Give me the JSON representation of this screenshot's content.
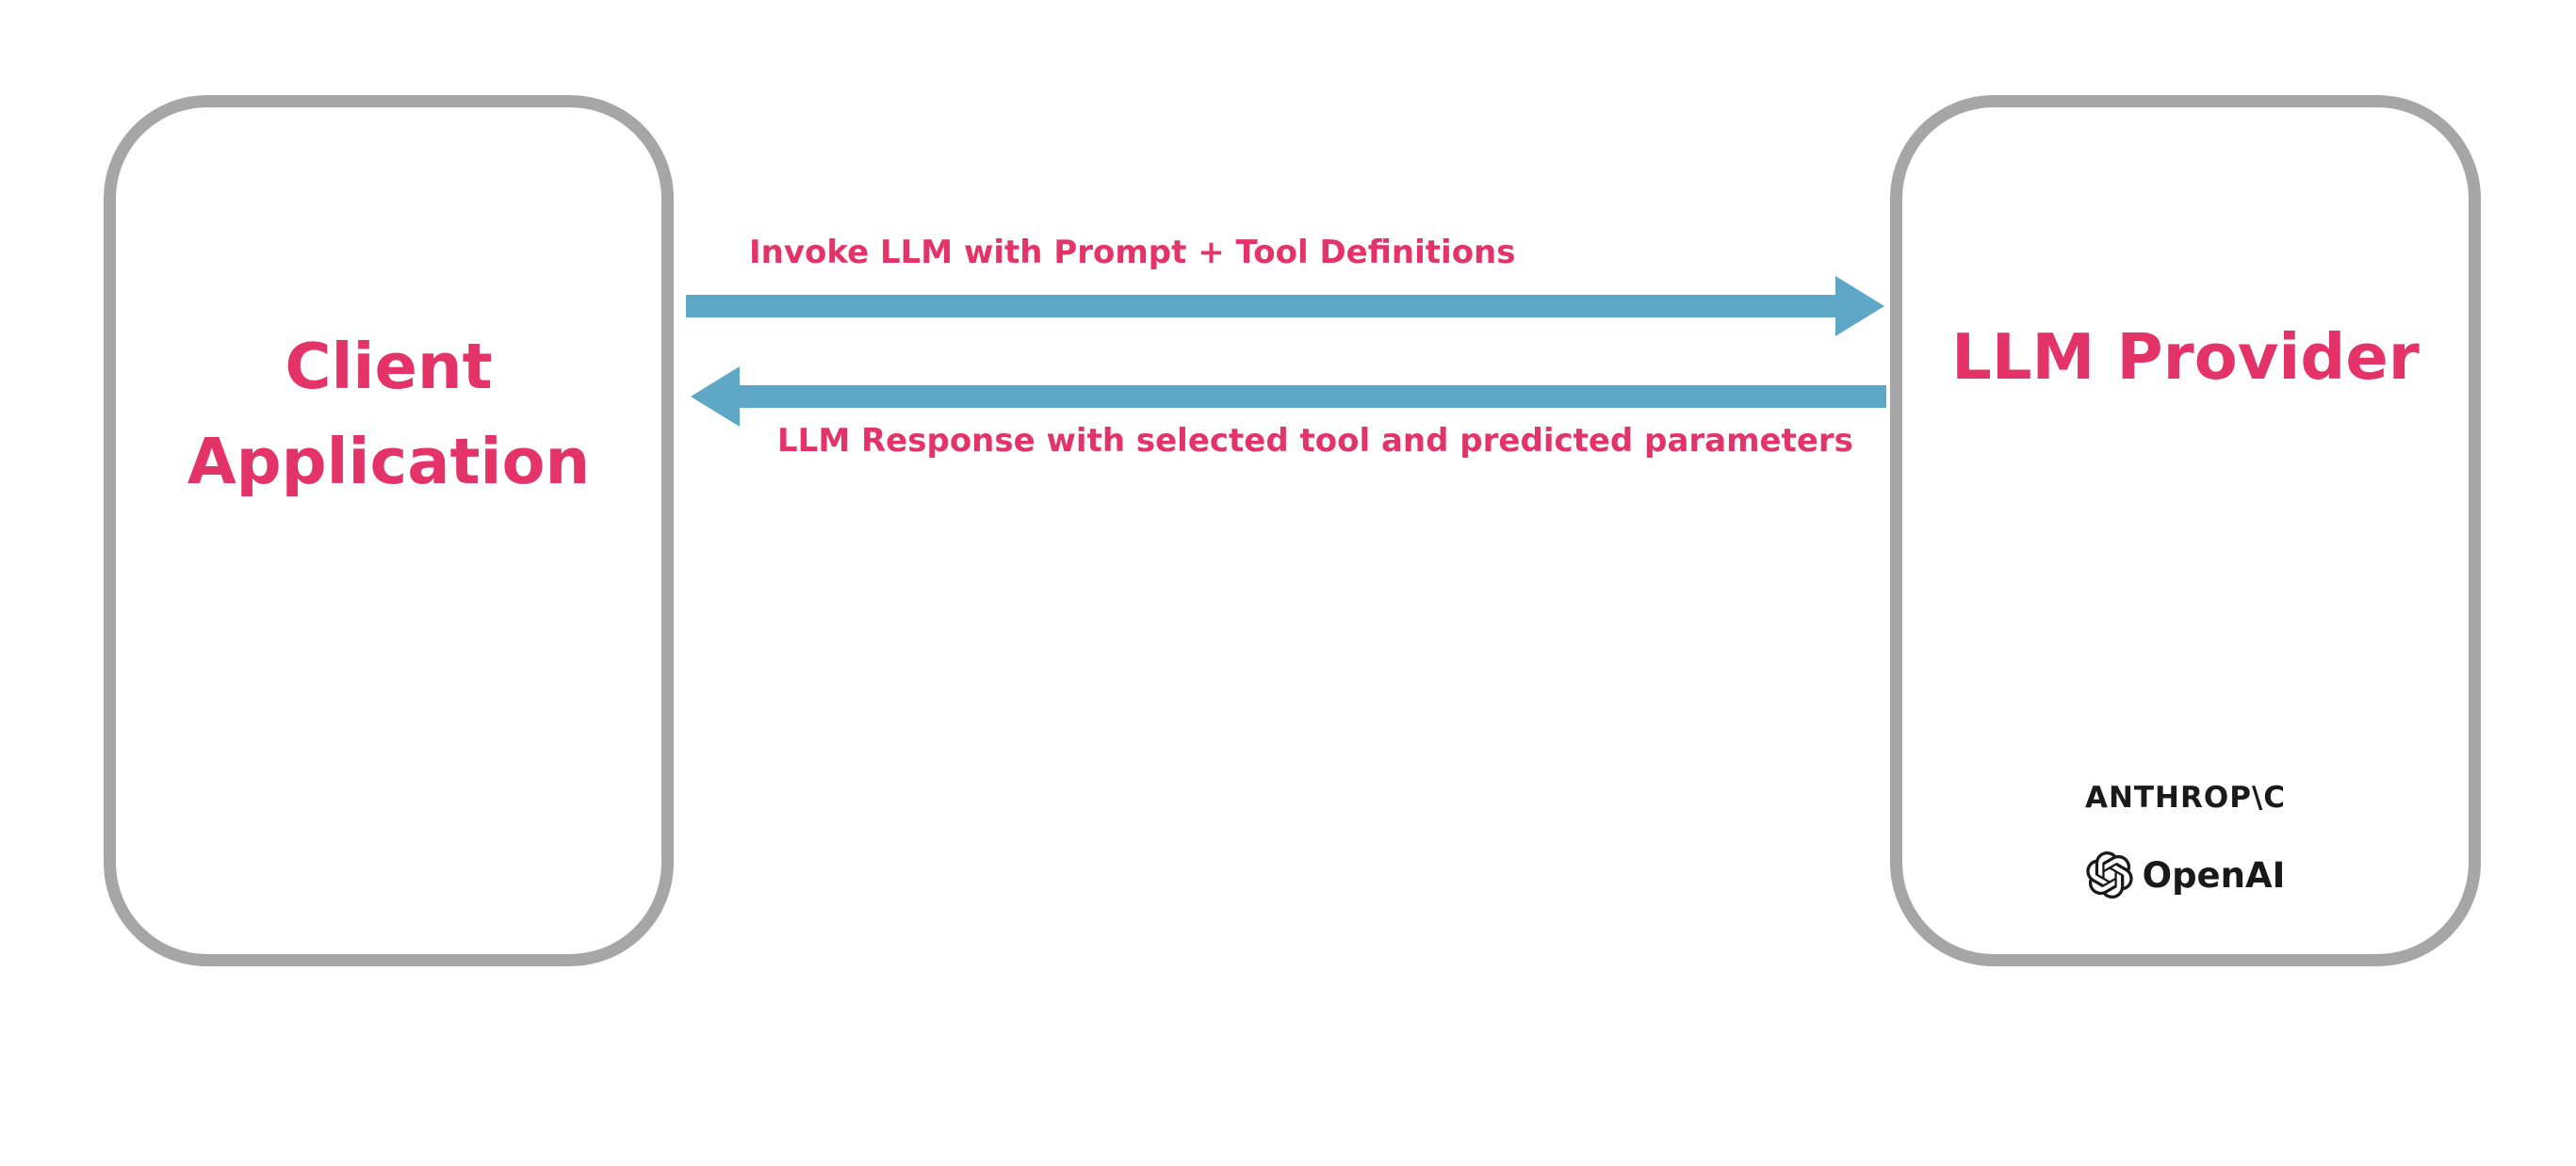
{
  "client_box": {
    "title": "Client Application"
  },
  "provider_box": {
    "title": "LLM Provider",
    "providers": [
      {
        "name": "ANTHROP\\C"
      },
      {
        "name": "OpenAI"
      }
    ]
  },
  "arrows": {
    "request": {
      "label": "Invoke LLM with Prompt + Tool Definitions",
      "direction": "right"
    },
    "response": {
      "label": "LLM Response with selected tool and predicted parameters",
      "direction": "left"
    }
  },
  "colors": {
    "accent_pink": "#e43369",
    "arrow_teal": "#5ea7c6",
    "box_border_gray": "#a6a6a6",
    "logo_black": "#191919"
  }
}
